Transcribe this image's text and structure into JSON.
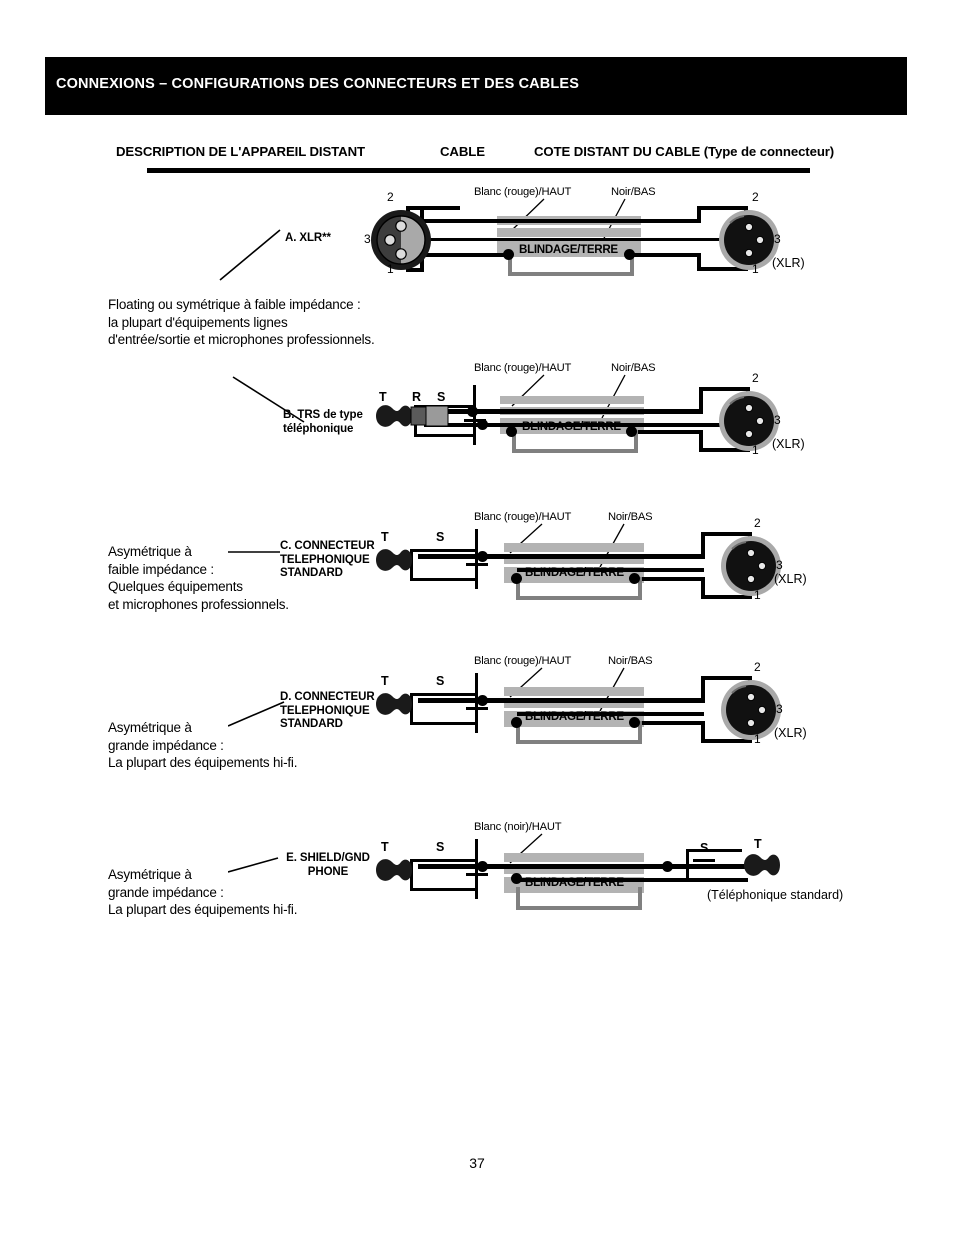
{
  "header": {
    "title": "CONNEXIONS – CONFIGURATIONS DES CONNECTEURS ET DES CABLES",
    "bar_color": "#000000",
    "text_color": "#ffffff"
  },
  "columns": {
    "description": "DESCRIPTION DE L'APPAREIL DISTANT",
    "cable": "CABLE",
    "remote_side": "COTE DISTANT DU CABLE (Type de connecteur)"
  },
  "rows": [
    {
      "id": "a",
      "label": "A. XLR**",
      "description": "Floating ou symétrique à faible impédance :\nla plupart d'équipements lignes\nd'entrée/sortie et microphones professionnels.",
      "left_connector": "XLR femelle",
      "right_connector_type": "(XLR)",
      "hot_label": "Blanc (rouge)/HAUT",
      "cold_label": "Noir/BAS",
      "shield_label": "BLINDAGE/TERRE",
      "left_pins": [
        "2",
        "3",
        "1"
      ],
      "right_pins": [
        "2",
        "3",
        "1"
      ]
    },
    {
      "id": "b",
      "label": "B. TRS de type\ntéléphonique",
      "description": "",
      "left_connector": "TRS",
      "right_connector_type": "(XLR)",
      "hot_label": "Blanc (rouge)/HAUT",
      "cold_label": "Noir/BAS",
      "shield_label": "BLINDAGE/TERRE",
      "plug_contacts": [
        "T",
        "R",
        "S"
      ],
      "right_pins": [
        "2",
        "3",
        "1"
      ]
    },
    {
      "id": "c",
      "label": "C. CONNECTEUR\nTELEPHONIQUE\nSTANDARD",
      "description": "Asymétrique à\nfaible impédance :\nQuelques équipements\net microphones professionnels.",
      "left_connector": "Phone standard",
      "right_connector_type": "(XLR)",
      "hot_label": "Blanc (rouge)/HAUT",
      "cold_label": "Noir/BAS",
      "shield_label": "BLINDAGE/TERRE",
      "plug_contacts": [
        "T",
        "S"
      ],
      "right_pins": [
        "2",
        "3",
        "1"
      ]
    },
    {
      "id": "d",
      "label": "D. CONNECTEUR\nTELEPHONIQUE\nSTANDARD",
      "description": "Asymétrique à\ngrande impédance :\nLa plupart des équipements hi-fi.",
      "left_connector": "Phone standard",
      "right_connector_type": "(XLR)",
      "hot_label": "Blanc (rouge)/HAUT",
      "cold_label": "Noir/BAS",
      "shield_label": "BLINDAGE/TERRE",
      "plug_contacts": [
        "T",
        "S"
      ],
      "right_pins": [
        "2",
        "3",
        "1"
      ]
    },
    {
      "id": "e",
      "label": "E. SHIELD/GND\nPHONE",
      "description": "Asymétrique à\ngrande impédance :\nLa plupart des équipements hi-fi.",
      "left_connector": "Phone standard",
      "right_connector_type": "(Téléphonique standard)",
      "hot_label": "Blanc (noir)/HAUT",
      "shield_label": "BLINDAGE/TERRE",
      "plug_contacts": [
        "T",
        "S"
      ],
      "right_plug_contacts": [
        "S",
        "T"
      ]
    }
  ],
  "footer": {
    "page_number": "37"
  },
  "colors": {
    "shield_band": "#b3b3b3",
    "shield_wire": "#808080",
    "wire": "#000000",
    "xlr_ring": "#a8a8a8",
    "xlr_face": "#111111"
  }
}
